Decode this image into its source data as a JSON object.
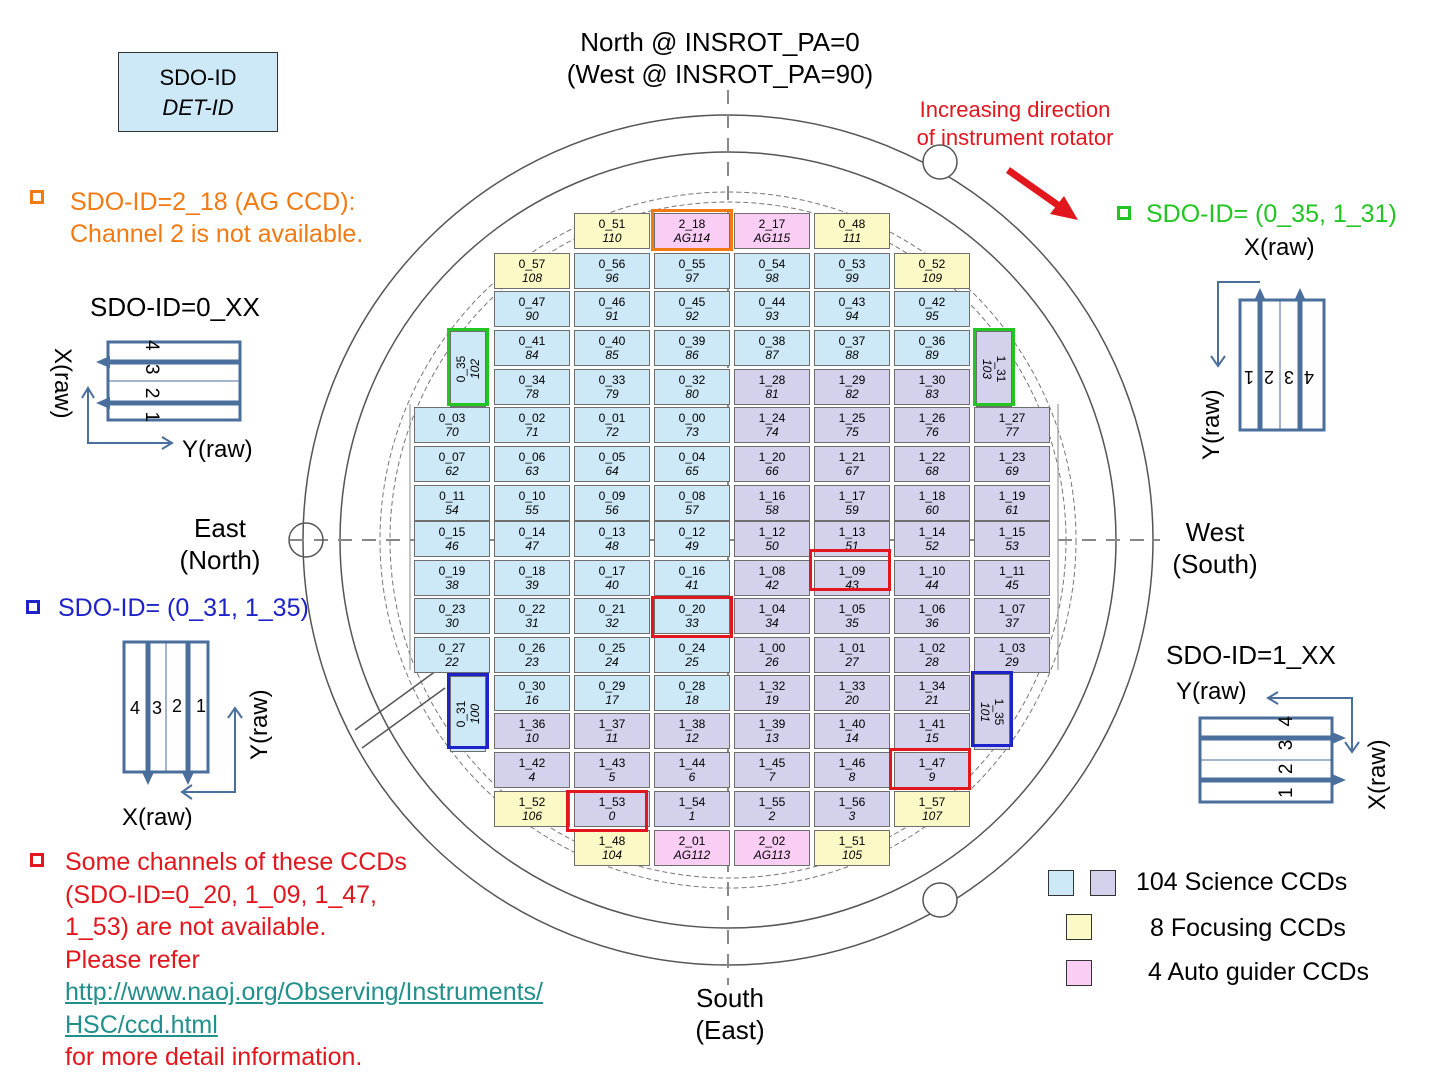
{
  "colors": {
    "science": "#cde9f7",
    "science_b": "#d3d1ec",
    "focus": "#fbf9c5",
    "ag": "#f9cdf4",
    "green": "#22c522",
    "blue": "#1d22c9",
    "red": "#e2161d",
    "orange": "#f27a12",
    "teal": "#21908c",
    "diagram_blue": "#4a6f9c"
  },
  "orientation": {
    "north": "North @ INSROT_PA=0",
    "west_paren": "(West @ INSROT_PA=90)",
    "south": "South",
    "east_paren": "(East)",
    "east": "East",
    "north_paren": "(North)",
    "west": "West",
    "south_paren": "(South)"
  },
  "key_box": {
    "line1": "SDO-ID",
    "line2": "DET-ID"
  },
  "rotator": {
    "line1": "Increasing direction",
    "line2": "of instrument rotator"
  },
  "notes": {
    "orange_line1": "SDO-ID=2_18 (AG CCD):",
    "orange_line2": "Channel 2 is not available.",
    "green": "SDO-ID= (0_35, 1_31)",
    "blue": "SDO-ID= (0_31, 1_35)",
    "red_lines": [
      "Some channels of these CCDs",
      "(SDO-ID=0_20, 1_09, 1_47,",
      "1_53) are not available.",
      "Please refer"
    ],
    "red_link1": "http://www.naoj.org/Observing/Instruments/",
    "red_link2": "HSC/ccd.html",
    "red_tail": "for more detail information."
  },
  "insets": {
    "sdo0": {
      "title": "SDO-ID=0_XX",
      "x": "X(raw)",
      "y": "Y(raw)",
      "nums": "4 3 2 1"
    },
    "sdo1": {
      "title": "SDO-ID=1_XX",
      "x": "X(raw)",
      "y": "Y(raw)",
      "nums": "1 2 3 4"
    },
    "green": {
      "x": "X(raw)",
      "y": "Y(raw)",
      "nums": [
        "4",
        "3",
        "2",
        "1"
      ]
    },
    "blue": {
      "x": "X(raw)",
      "y": "Y(raw)",
      "nums": [
        "4",
        "3",
        "2",
        "1"
      ]
    }
  },
  "legend": {
    "science": "104 Science CCDs",
    "focus": "8 Focusing CCDs",
    "ag": "4 Auto guider CCDs"
  },
  "ccds": [
    {
      "s": "0_51",
      "d": "110",
      "t": "f"
    },
    {
      "s": "2_18",
      "d": "AG114",
      "t": "a"
    },
    {
      "s": "2_17",
      "d": "AG115",
      "t": "a"
    },
    {
      "s": "0_48",
      "d": "111",
      "t": "f"
    },
    {
      "s": "0_57",
      "d": "108",
      "t": "f"
    },
    {
      "s": "0_56",
      "d": "96",
      "t": "s"
    },
    {
      "s": "0_55",
      "d": "97",
      "t": "s"
    },
    {
      "s": "0_54",
      "d": "98",
      "t": "s"
    },
    {
      "s": "0_53",
      "d": "99",
      "t": "s"
    },
    {
      "s": "0_52",
      "d": "109",
      "t": "f"
    },
    {
      "s": "0_47",
      "d": "90",
      "t": "s"
    },
    {
      "s": "0_46",
      "d": "91",
      "t": "s"
    },
    {
      "s": "0_45",
      "d": "92",
      "t": "s"
    },
    {
      "s": "0_44",
      "d": "93",
      "t": "s"
    },
    {
      "s": "0_43",
      "d": "94",
      "t": "s"
    },
    {
      "s": "0_42",
      "d": "95",
      "t": "s"
    },
    {
      "s": "0_41",
      "d": "84",
      "t": "s"
    },
    {
      "s": "0_40",
      "d": "85",
      "t": "s"
    },
    {
      "s": "0_39",
      "d": "86",
      "t": "s"
    },
    {
      "s": "0_38",
      "d": "87",
      "t": "s"
    },
    {
      "s": "0_37",
      "d": "88",
      "t": "s"
    },
    {
      "s": "0_36",
      "d": "89",
      "t": "s"
    },
    {
      "s": "0_34",
      "d": "78",
      "t": "s"
    },
    {
      "s": "0_33",
      "d": "79",
      "t": "s"
    },
    {
      "s": "0_32",
      "d": "80",
      "t": "s"
    },
    {
      "s": "1_28",
      "d": "81",
      "t": "b"
    },
    {
      "s": "1_29",
      "d": "82",
      "t": "b"
    },
    {
      "s": "1_30",
      "d": "83",
      "t": "b"
    },
    {
      "s": "0_03",
      "d": "70",
      "t": "s"
    },
    {
      "s": "0_02",
      "d": "71",
      "t": "s"
    },
    {
      "s": "0_01",
      "d": "72",
      "t": "s"
    },
    {
      "s": "0_00",
      "d": "73",
      "t": "s"
    },
    {
      "s": "1_24",
      "d": "74",
      "t": "b"
    },
    {
      "s": "1_25",
      "d": "75",
      "t": "b"
    },
    {
      "s": "1_26",
      "d": "76",
      "t": "b"
    },
    {
      "s": "1_27",
      "d": "77",
      "t": "b"
    },
    {
      "s": "0_07",
      "d": "62",
      "t": "s"
    },
    {
      "s": "0_06",
      "d": "63",
      "t": "s"
    },
    {
      "s": "0_05",
      "d": "64",
      "t": "s"
    },
    {
      "s": "0_04",
      "d": "65",
      "t": "s"
    },
    {
      "s": "1_20",
      "d": "66",
      "t": "b"
    },
    {
      "s": "1_21",
      "d": "67",
      "t": "b"
    },
    {
      "s": "1_22",
      "d": "68",
      "t": "b"
    },
    {
      "s": "1_23",
      "d": "69",
      "t": "b"
    },
    {
      "s": "0_11",
      "d": "54",
      "t": "s"
    },
    {
      "s": "0_10",
      "d": "55",
      "t": "s"
    },
    {
      "s": "0_09",
      "d": "56",
      "t": "s"
    },
    {
      "s": "0_08",
      "d": "57",
      "t": "s"
    },
    {
      "s": "1_16",
      "d": "58",
      "t": "b"
    },
    {
      "s": "1_17",
      "d": "59",
      "t": "b"
    },
    {
      "s": "1_18",
      "d": "60",
      "t": "b"
    },
    {
      "s": "1_19",
      "d": "61",
      "t": "b"
    },
    {
      "s": "0_15",
      "d": "46",
      "t": "s"
    },
    {
      "s": "0_14",
      "d": "47",
      "t": "s"
    },
    {
      "s": "0_13",
      "d": "48",
      "t": "s"
    },
    {
      "s": "0_12",
      "d": "49",
      "t": "s"
    },
    {
      "s": "1_12",
      "d": "50",
      "t": "b"
    },
    {
      "s": "1_13",
      "d": "51",
      "t": "b"
    },
    {
      "s": "1_14",
      "d": "52",
      "t": "b"
    },
    {
      "s": "1_15",
      "d": "53",
      "t": "b"
    },
    {
      "s": "0_19",
      "d": "38",
      "t": "s"
    },
    {
      "s": "0_18",
      "d": "39",
      "t": "s"
    },
    {
      "s": "0_17",
      "d": "40",
      "t": "s"
    },
    {
      "s": "0_16",
      "d": "41",
      "t": "s"
    },
    {
      "s": "1_08",
      "d": "42",
      "t": "b"
    },
    {
      "s": "1_09",
      "d": "43",
      "t": "b"
    },
    {
      "s": "1_10",
      "d": "44",
      "t": "b"
    },
    {
      "s": "1_11",
      "d": "45",
      "t": "b"
    },
    {
      "s": "0_23",
      "d": "30",
      "t": "s"
    },
    {
      "s": "0_22",
      "d": "31",
      "t": "s"
    },
    {
      "s": "0_21",
      "d": "32",
      "t": "s"
    },
    {
      "s": "0_20",
      "d": "33",
      "t": "s"
    },
    {
      "s": "1_04",
      "d": "34",
      "t": "b"
    },
    {
      "s": "1_05",
      "d": "35",
      "t": "b"
    },
    {
      "s": "1_06",
      "d": "36",
      "t": "b"
    },
    {
      "s": "1_07",
      "d": "37",
      "t": "b"
    },
    {
      "s": "0_27",
      "d": "22",
      "t": "s"
    },
    {
      "s": "0_26",
      "d": "23",
      "t": "s"
    },
    {
      "s": "0_25",
      "d": "24",
      "t": "s"
    },
    {
      "s": "0_24",
      "d": "25",
      "t": "s"
    },
    {
      "s": "1_00",
      "d": "26",
      "t": "b"
    },
    {
      "s": "1_01",
      "d": "27",
      "t": "b"
    },
    {
      "s": "1_02",
      "d": "28",
      "t": "b"
    },
    {
      "s": "1_03",
      "d": "29",
      "t": "b"
    },
    {
      "s": "0_30",
      "d": "16",
      "t": "s"
    },
    {
      "s": "0_29",
      "d": "17",
      "t": "s"
    },
    {
      "s": "0_28",
      "d": "18",
      "t": "s"
    },
    {
      "s": "1_32",
      "d": "19",
      "t": "b"
    },
    {
      "s": "1_33",
      "d": "20",
      "t": "b"
    },
    {
      "s": "1_34",
      "d": "21",
      "t": "b"
    },
    {
      "s": "1_36",
      "d": "10",
      "t": "b"
    },
    {
      "s": "1_37",
      "d": "11",
      "t": "b"
    },
    {
      "s": "1_38",
      "d": "12",
      "t": "b"
    },
    {
      "s": "1_39",
      "d": "13",
      "t": "b"
    },
    {
      "s": "1_40",
      "d": "14",
      "t": "b"
    },
    {
      "s": "1_41",
      "d": "15",
      "t": "b"
    },
    {
      "s": "1_42",
      "d": "4",
      "t": "b"
    },
    {
      "s": "1_43",
      "d": "5",
      "t": "b"
    },
    {
      "s": "1_44",
      "d": "6",
      "t": "b"
    },
    {
      "s": "1_45",
      "d": "7",
      "t": "b"
    },
    {
      "s": "1_46",
      "d": "8",
      "t": "b"
    },
    {
      "s": "1_47",
      "d": "9",
      "t": "b"
    },
    {
      "s": "1_52",
      "d": "106",
      "t": "f"
    },
    {
      "s": "1_53",
      "d": "0",
      "t": "b"
    },
    {
      "s": "1_54",
      "d": "1",
      "t": "b"
    },
    {
      "s": "1_55",
      "d": "2",
      "t": "b"
    },
    {
      "s": "1_56",
      "d": "3",
      "t": "b"
    },
    {
      "s": "1_57",
      "d": "107",
      "t": "f"
    },
    {
      "s": "1_48",
      "d": "104",
      "t": "f"
    },
    {
      "s": "2_01",
      "d": "AG112",
      "t": "a"
    },
    {
      "s": "2_02",
      "d": "AG113",
      "t": "a"
    },
    {
      "s": "1_51",
      "d": "105",
      "t": "f"
    },
    {
      "s": "0_35",
      "d": "102",
      "t": "s"
    },
    {
      "s": "1_31",
      "d": "103",
      "t": "b"
    },
    {
      "s": "0_31",
      "d": "100",
      "t": "s"
    },
    {
      "s": "1_35",
      "d": "101",
      "t": "b"
    }
  ]
}
